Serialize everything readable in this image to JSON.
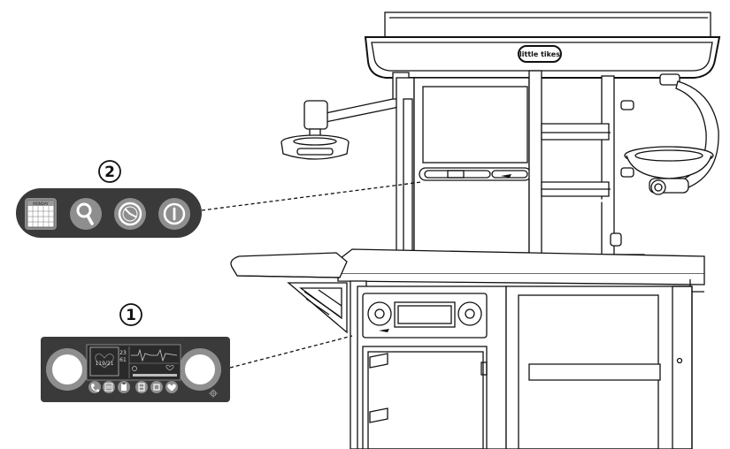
{
  "callouts": {
    "panel_1_number": "1",
    "panel_2_number": "2"
  },
  "brand": {
    "logo_text": "little tikes"
  },
  "panel_1": {
    "readout": "119/21",
    "small_values": [
      "23",
      "61"
    ],
    "icons": [
      "phone-icon",
      "battery-icon",
      "clipboard-icon",
      "film-icon",
      "stop-icon",
      "heart-icon"
    ]
  },
  "panel_2": {
    "icons": [
      "calendar-icon",
      "magnifier-icon",
      "clock-icon",
      "power-icon"
    ],
    "calendar_caption": "MONDAY"
  },
  "colors": {
    "line": "#111111",
    "panel_dark": "#3a3a3a",
    "panel_button": "#8e8e8e",
    "white": "#ffffff"
  }
}
